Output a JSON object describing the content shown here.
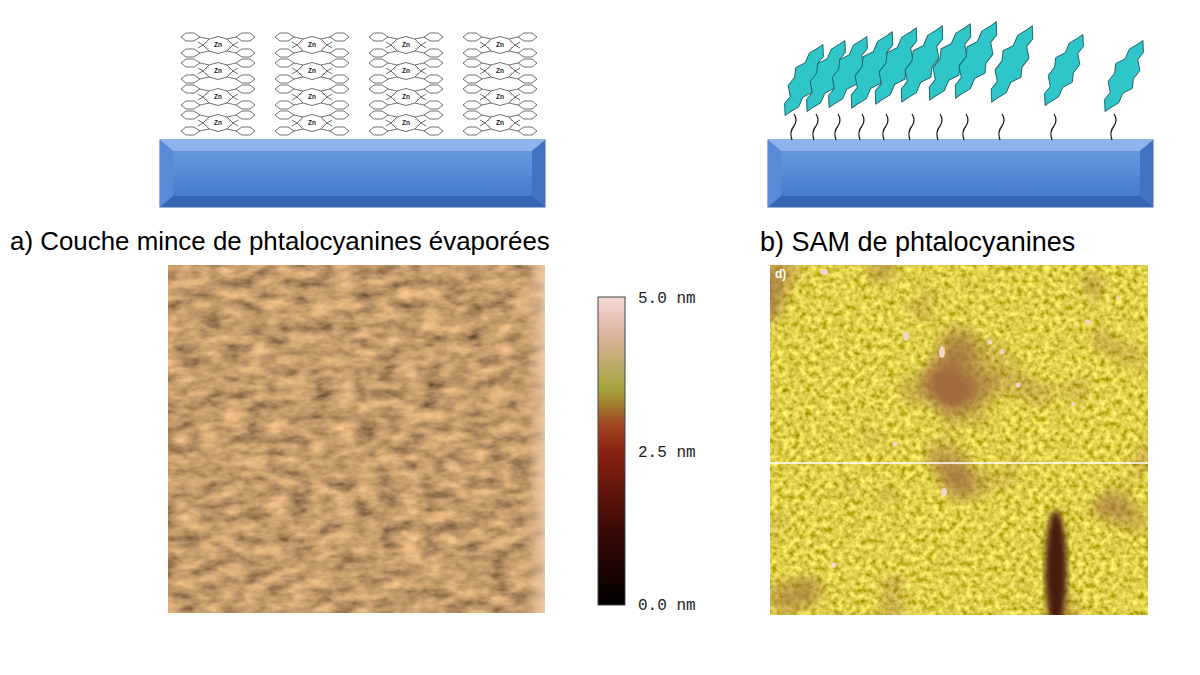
{
  "diagram": {
    "labels": [
      "Zn",
      "Zn",
      "Zn",
      "Zn",
      "Zn",
      "Zn",
      "Zn",
      "Zn",
      "Zn",
      "Zn",
      "Zn",
      "Zn",
      "Zn",
      "Zn",
      "Zn",
      "Zn",
      "a) Couche mince de phtalocyanines évaporées",
      "b) SAM de phtalocyanines",
      "d)",
      "5.0 nm",
      "2.5 nm",
      "0.0 nm"
    ]
  }
}
